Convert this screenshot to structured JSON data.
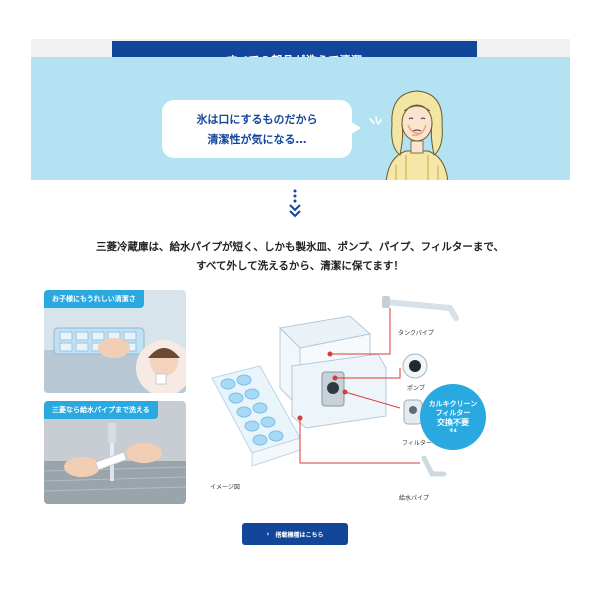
{
  "header": {
    "title": "すべての部品が洗えて清潔"
  },
  "hero": {
    "bubble_line1": "氷は口にするものだから",
    "bubble_line2": "清潔性が気になる…"
  },
  "description": {
    "line1": "三菱冷蔵庫は、給水パイプが短く、しかも製氷皿、ポンプ、パイプ、フィルターまで、",
    "line2": "すべて外して洗えるから、清潔に保てます！"
  },
  "cards": [
    {
      "label": "お子様にもうれしい清潔さ"
    },
    {
      "label": "三菱なら給水パイプまで洗える"
    }
  ],
  "diagram": {
    "labels": {
      "tank_pipe": "タンクパイプ",
      "pump": "ポンプ",
      "filter": "フィルター",
      "supply_pipe": "給水パイプ",
      "image_note": "イメージ図"
    },
    "callout": {
      "line1": "カルキクリーン",
      "line2": "フィルター",
      "line3": "交換不要",
      "note": "※4"
    }
  },
  "cta": {
    "label": "搭載機種はこちら"
  },
  "colors": {
    "brand_navy": "#12469a",
    "accent_blue": "#2aa9e1",
    "hero_bg": "#b3e3f3"
  }
}
